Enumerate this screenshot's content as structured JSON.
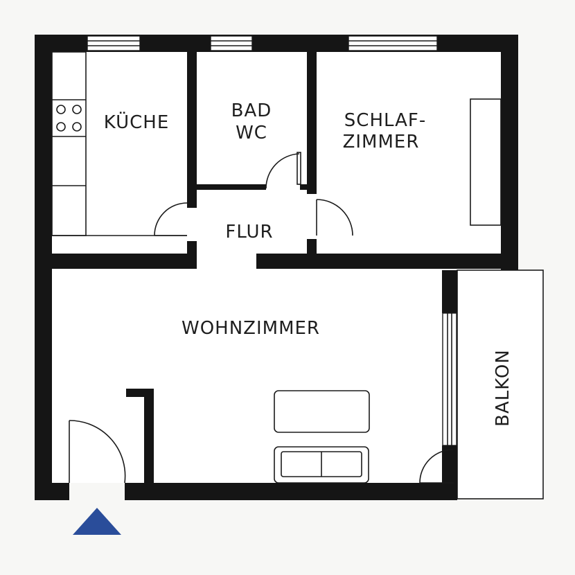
{
  "plan": {
    "rooms": {
      "kueche": "KÜCHE",
      "bad_line1": "BAD",
      "bad_line2": "WC",
      "schlaf_line1": "SCHLAF-",
      "schlaf_line2": "ZIMMER",
      "flur": "FLUR",
      "wohnzimmer": "WOHNZIMMER",
      "balkon": "BALKON"
    },
    "colors": {
      "background": "#f7f7f5",
      "wall": "#151515",
      "entrance_marker": "#2a4d9a"
    }
  }
}
